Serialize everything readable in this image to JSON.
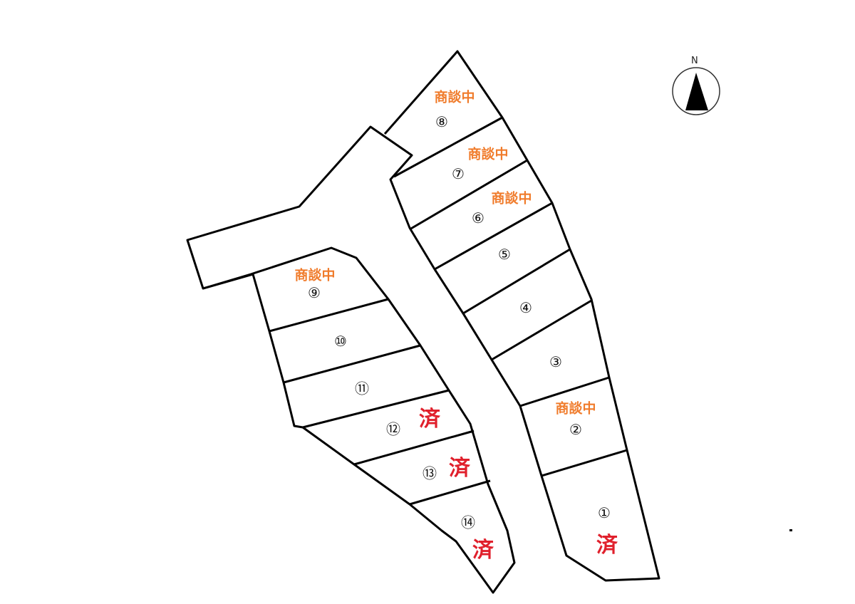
{
  "compass": {
    "label": "N"
  },
  "colors": {
    "negotiating": "#f07c2c",
    "sold": "#e0202c",
    "line": "#000000"
  },
  "status_labels": {
    "negotiating": "商談中",
    "sold": "済"
  },
  "lots": [
    {
      "number": "①",
      "status": "済"
    },
    {
      "number": "②",
      "status": "商談中"
    },
    {
      "number": "③",
      "status": ""
    },
    {
      "number": "④",
      "status": ""
    },
    {
      "number": "⑤",
      "status": ""
    },
    {
      "number": "⑥",
      "status": "商談中"
    },
    {
      "number": "⑦",
      "status": "商談中"
    },
    {
      "number": "⑧",
      "status": "商談中"
    },
    {
      "number": "⑨",
      "status": "商談中"
    },
    {
      "number": "⑩",
      "status": ""
    },
    {
      "number": "⑪",
      "status": ""
    },
    {
      "number": "⑫",
      "status": "済"
    },
    {
      "number": "⑬",
      "status": "済"
    },
    {
      "number": "⑭",
      "status": "済"
    }
  ]
}
